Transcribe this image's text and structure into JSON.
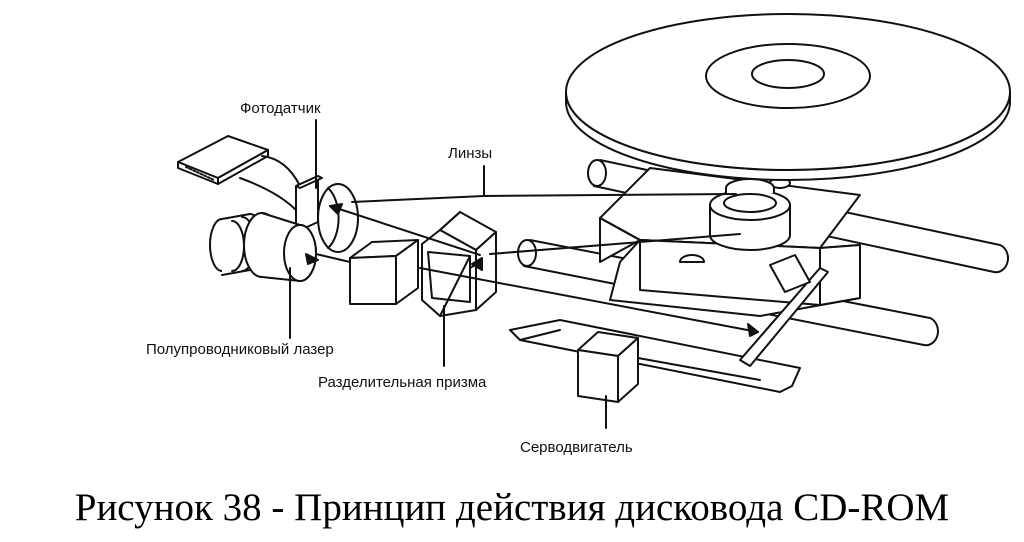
{
  "labels": {
    "photodetector": "Фотодатчик",
    "lenses": "Линзы",
    "laser": "Полупроводниковый лазер",
    "prism": "Разделительная призма",
    "servo": "Серводвигатель"
  },
  "caption": "Рисунок 38 - Принцип действия дисковода CD-ROM",
  "colors": {
    "ink": "#111111",
    "background": "#ffffff"
  }
}
